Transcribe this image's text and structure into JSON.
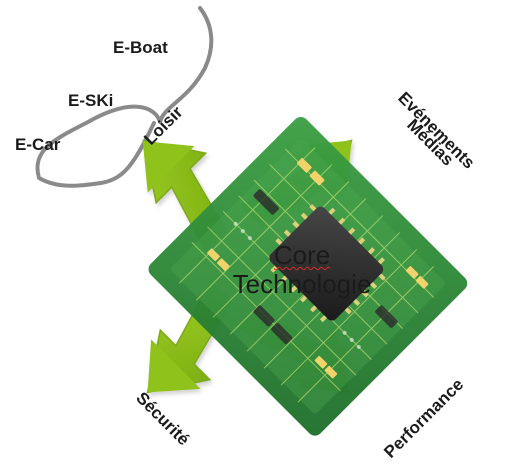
{
  "brace_labels": {
    "boat": "E-Boat",
    "ski": "E-SKi",
    "car": "E-Car"
  },
  "arm_labels": {
    "leisure": "Loisir",
    "events": "Evénements Médias",
    "events_line_1": "Evénements",
    "events_line_2": "Médias",
    "security": "Sécurité",
    "performance": "Performance"
  },
  "center": {
    "line_1": "Core",
    "line_2": "Technologie"
  },
  "colors": {
    "arrow_fill": "#8bbd17",
    "arrow_shadow": "#6d9613",
    "brace": "#8a8a8a",
    "chip_board": "#2f8b34",
    "chip": "#2e2e2e"
  }
}
